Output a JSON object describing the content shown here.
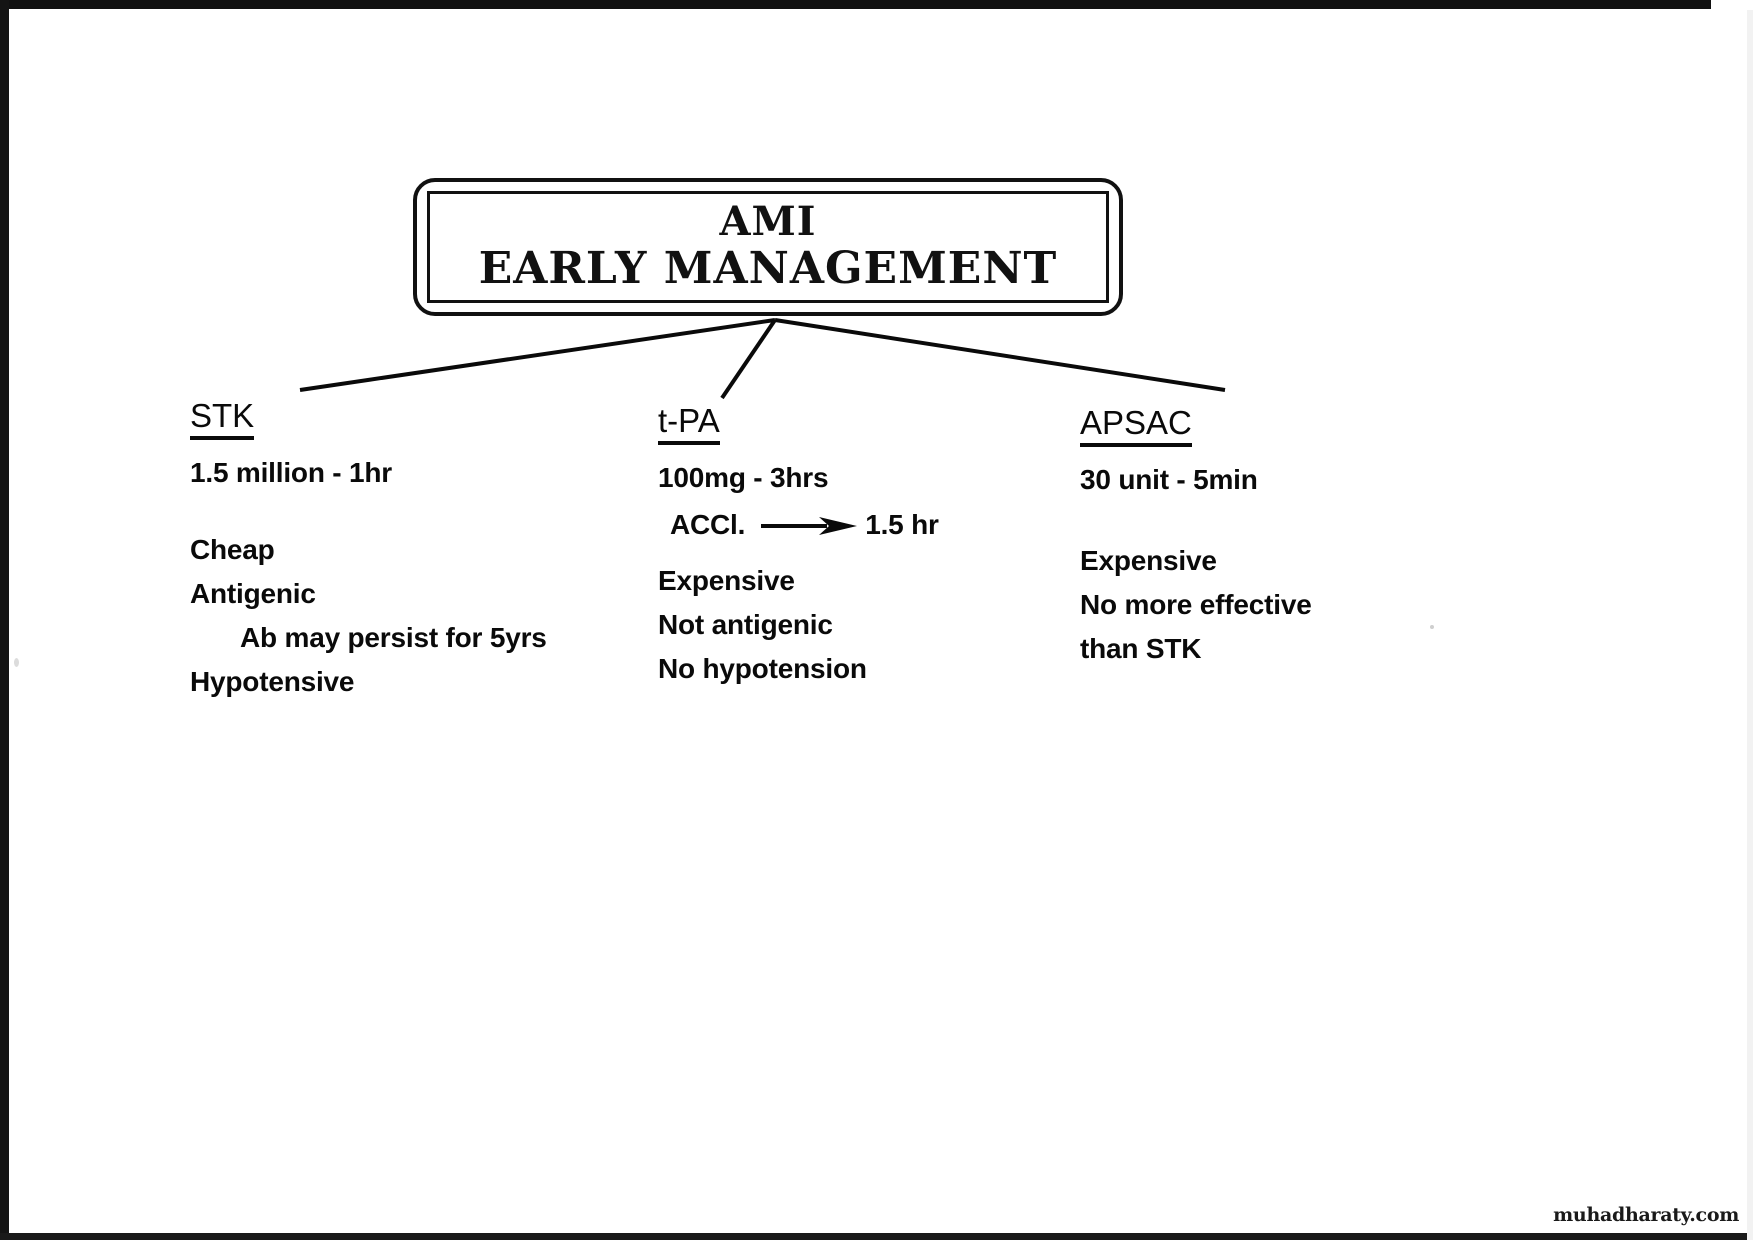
{
  "title": {
    "line1": "AMI",
    "line2": "EARLY MANAGEMENT"
  },
  "columns": [
    {
      "heading": "STK",
      "dose": "1.5 million - 1hr",
      "bullets": [
        "Cheap",
        "Antigenic",
        "Ab may persist for 5yrs",
        "Hypotensive"
      ]
    },
    {
      "heading": "t-PA",
      "dose": "100mg - 3hrs",
      "accl": {
        "label": "ACCl.",
        "arrow": "arrow-right-icon",
        "value": "1.5 hr"
      },
      "bullets": [
        "Expensive",
        "Not antigenic",
        "No hypotension"
      ]
    },
    {
      "heading": "APSAC",
      "dose": "30 unit - 5min",
      "bullets": [
        "Expensive",
        "No more effective",
        "than STK"
      ]
    }
  ],
  "watermark": "muhadharaty.com",
  "colors": {
    "ink": "#0a0a0a",
    "paper": "#ffffff"
  }
}
